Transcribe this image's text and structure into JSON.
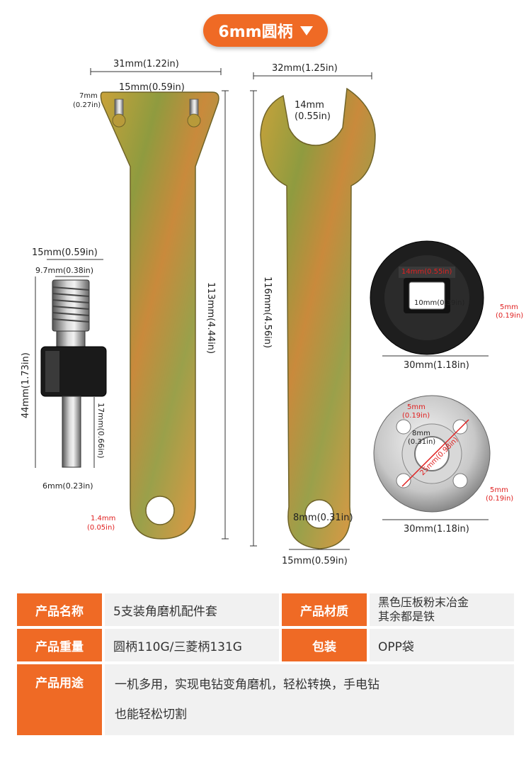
{
  "badge": {
    "label": "6mm圆柄"
  },
  "dimensions": {
    "spanner_width": "31mm(1.22in)",
    "spanner_pin_spacing": "15mm(0.59in)",
    "spanner_pin_height_mm": "7mm",
    "spanner_pin_height_in": "(0.27in)",
    "spanner_length": "113mm(4.44in)",
    "spanner_thickness_mm": "1.4mm",
    "spanner_thickness_in": "(0.05in)",
    "wrench_width": "32mm(1.25in)",
    "wrench_jaw_mm": "14mm",
    "wrench_jaw_in": "(0.55in)",
    "wrench_length": "116mm(4.56in)",
    "wrench_hole": "8mm(0.31in)",
    "wrench_end_width": "15mm(0.59in)",
    "adapter_width": "15mm(0.59in)",
    "adapter_thread": "9.7mm(0.38in)",
    "adapter_length": "44mm(1.73in)",
    "adapter_shank_length": "17mm(0.66in)",
    "adapter_shank_dia": "6mm(0.23in)",
    "flange_slot": "14mm(0.55in)",
    "flange_bore": "10mm(0.39in)",
    "flange_thick_mm": "5mm",
    "flange_thick_in": "(0.19in)",
    "flange_dia": "30mm(1.18in)",
    "nut_hole_mm": "5mm",
    "nut_hole_in": "(0.19in)",
    "nut_center_mm": "8mm",
    "nut_center_in": "(0.31in)",
    "nut_diag": "25mm(0.98in)",
    "nut_thick_mm": "5mm",
    "nut_thick_in": "(0.19in)",
    "nut_dia": "30mm(1.18in)"
  },
  "spec_table": {
    "row1": {
      "label1": "产品名称",
      "value1": "5支装角磨机配件套",
      "label2": "产品材质",
      "value2_line1": "黑色压板粉末冶金",
      "value2_line2": "其余都是铁"
    },
    "row2": {
      "label1": "产品重量",
      "value1": "圆柄110G/三菱柄131G",
      "label2": "包装",
      "value2": "OPP袋"
    },
    "row3": {
      "label": "产品用途",
      "value_line1": "一机多用，实现电钻变角磨机，轻松转换，手电钻",
      "value_line2": "也能轻松切割"
    }
  },
  "colors": {
    "accent": "#ef6a25",
    "table_bg": "#f1f1f1",
    "dim_red": "#e02020"
  }
}
